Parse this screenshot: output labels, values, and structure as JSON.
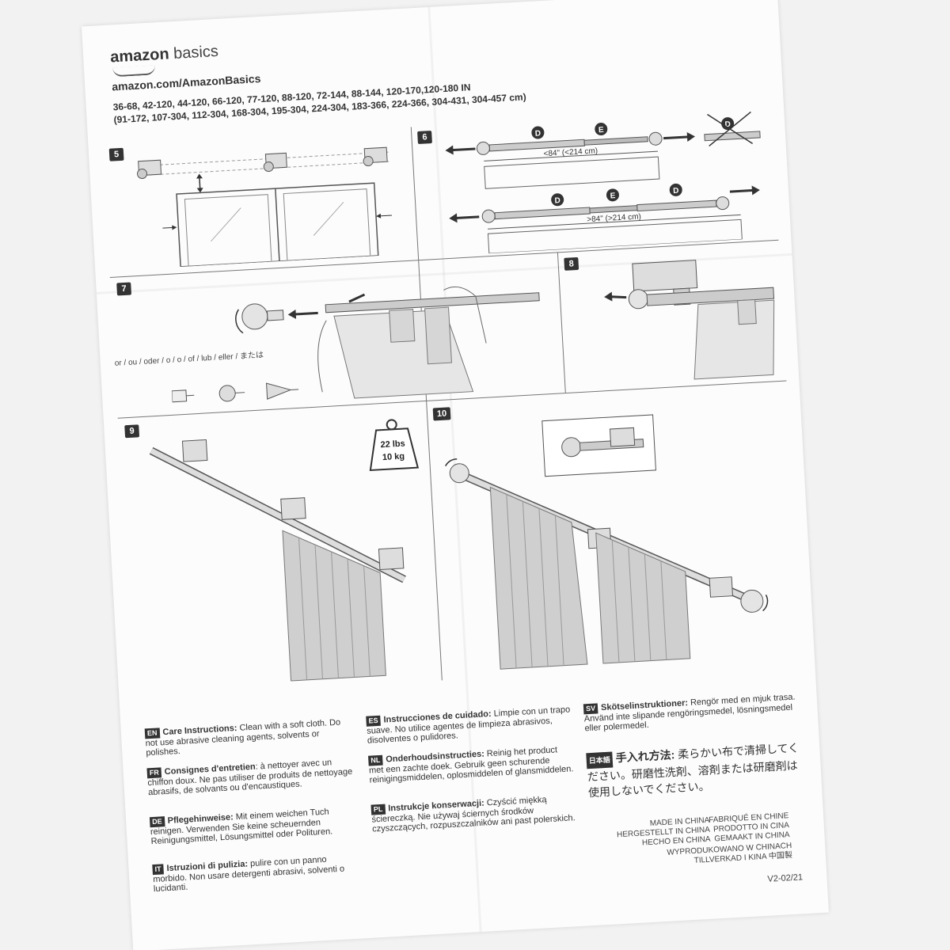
{
  "brand": {
    "name_bold": "amazon",
    "name_light": "basics",
    "url": "amazon.com/AmazonBasics"
  },
  "sizes": {
    "in": "36-68, 42-120, 44-120, 66-120, 77-120, 88-120, 72-144, 88-144, 120-170,120-180 IN",
    "cm": "(91-172, 107-304, 112-304, 168-304, 195-304, 224-304, 183-366, 224-366, 304-431, 304-457 cm)"
  },
  "steps": {
    "s5": "5",
    "s6": "6",
    "s7": "7",
    "s8": "8",
    "s9": "9",
    "s10": "10",
    "label_d": "D",
    "label_e": "E",
    "lt84": "<84\" (<214 cm)",
    "gt84": ">84\" (>214 cm)",
    "or_text": "or / ou / oder / o / o / of / lub / eller / または",
    "weight_lbs": "22 lbs",
    "weight_kg": "10 kg"
  },
  "care": [
    {
      "code": "EN",
      "title": "Care Instructions:",
      "body": "Clean with a soft cloth. Do not use abrasive cleaning agents, solvents or polishes."
    },
    {
      "code": "FR",
      "title": "Consignes d'entretien",
      "body": ": à nettoyer avec un chiffon doux. Ne pas utiliser de produits de nettoyage abrasifs, de solvants ou d'encaustiques."
    },
    {
      "code": "DE",
      "title": "Pflegehinweise:",
      "body": "Mit einem weichen Tuch reinigen. Verwenden Sie keine scheuernden Reinigungsmittel, Lösungsmittel oder Polituren."
    },
    {
      "code": "IT",
      "title": "Istruzioni di pulizia:",
      "body": "pulire con un panno morbido. Non usare detergenti abrasivi, solventi o lucidanti."
    },
    {
      "code": "ES",
      "title": "Instrucciones de cuidado:",
      "body": "Limpie con un trapo suave. No utilice agentes de limpieza abrasivos, disolventes o pulidores."
    },
    {
      "code": "NL",
      "title": "Onderhoudsinstructies:",
      "body": "Reinig het product met een zachte doek. Gebruik geen schurende reinigingsmiddelen, oplosmiddelen of glansmiddelen."
    },
    {
      "code": "PL",
      "title": "Instrukcje konserwacji:",
      "body": "Czyścić miękką ściereczką. Nie używaj ściernych środków czyszczących, rozpuszczalników ani past polerskich."
    },
    {
      "code": "SV",
      "title": "Skötselinstruktioner:",
      "body": "Rengör med en mjuk trasa. Använd inte slipande rengöringsmedel, lösningsmedel eller polermedel."
    },
    {
      "code": "日本語",
      "title": "手入れ方法:",
      "body": "柔らかい布で清掃してください。研磨性洗剤、溶剤または研磨剤は使用しないでください。"
    }
  ],
  "made_in": {
    "left": [
      "MADE IN CHINA",
      "HERGESTELLT IN CHINA",
      "HECHO EN CHINA"
    ],
    "right": [
      "FABRIQUÉ EN CHINE",
      "PRODOTTO IN CINA",
      "GEMAAKT IN CHINA"
    ],
    "wide": [
      "WYPRODUKOWANO W CHINACH",
      "TILLVERKAD I KINA   中国製"
    ],
    "version": "V2-02/21"
  }
}
